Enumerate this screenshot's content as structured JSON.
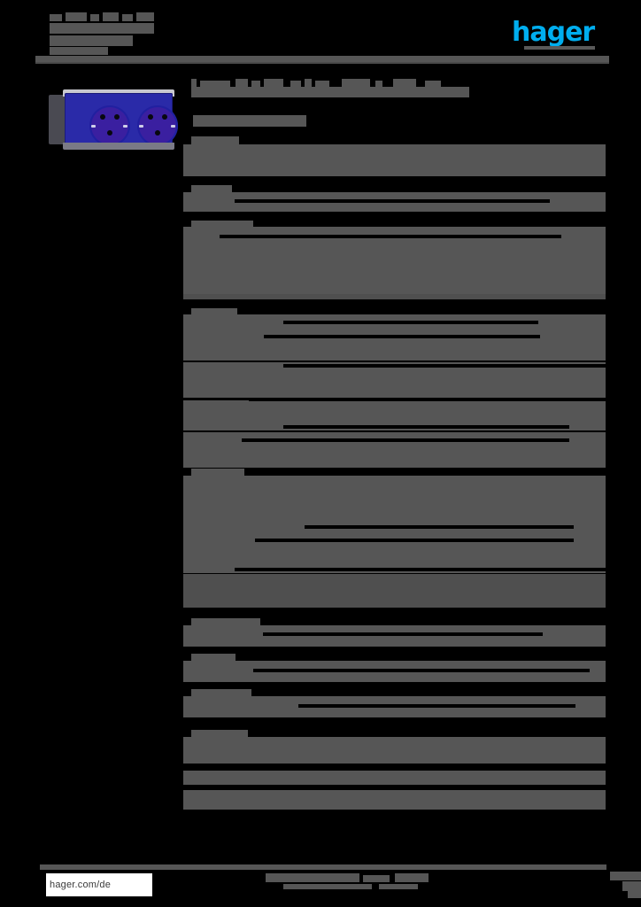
{
  "document": {
    "brand": "hager",
    "brand_color": "#00aeef",
    "page_background": "#000000",
    "redaction_color": "#565656",
    "type": "product-datasheet",
    "product_image_alt": "blue double schuko socket outlet"
  },
  "header": {
    "doc_label_lines": [
      "",
      "",
      ""
    ],
    "logo_text": "hager"
  },
  "title": {
    "heading": "",
    "subheading": ""
  },
  "spec_sections": [
    {
      "name": "section-1",
      "rows": 3
    },
    {
      "name": "section-2",
      "rows": 1
    },
    {
      "name": "section-3",
      "rows": 5
    },
    {
      "name": "section-4",
      "rows": 9
    },
    {
      "name": "section-5",
      "rows": 6
    },
    {
      "name": "section-6",
      "rows": 2
    },
    {
      "name": "section-7",
      "rows": 2
    },
    {
      "name": "section-8",
      "rows": 2
    },
    {
      "name": "section-9",
      "rows": 5
    }
  ],
  "footer": {
    "url": "hager.com/de",
    "center_text": "",
    "right_text": ""
  }
}
